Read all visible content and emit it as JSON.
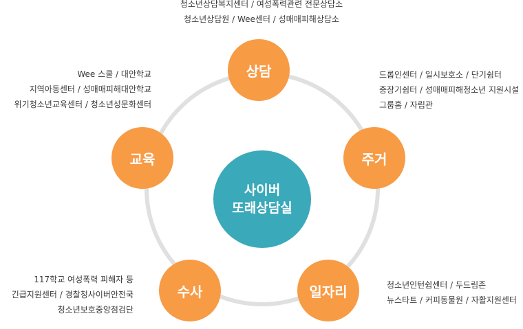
{
  "colors": {
    "spoke": "#f79b45",
    "center": "#3aa9b9",
    "ring": "#e0e0e0"
  },
  "center": {
    "line1": "사이버",
    "line2": "또래상담실"
  },
  "nodes": {
    "counseling": {
      "label": "상담",
      "desc": [
        "청소년상담복지센터 / 여성폭력관련 전문상담소",
        "청소년상담원 / Wee센터 / 성매매피해상담소"
      ]
    },
    "housing": {
      "label": "주거",
      "desc": [
        "드롭인센터 / 일시보호소 / 단기쉼터",
        "중장기쉼터 / 성매매피해청소년 지원시설",
        "그룹홈 / 자립관"
      ]
    },
    "jobs": {
      "label": "일자리",
      "desc": [
        "청소년인턴쉽센터 / 두드림존",
        "뉴스타트 / 커피동물원 / 자활지원센터"
      ]
    },
    "investigation": {
      "label": "수사",
      "desc": [
        "117학교 여성폭력 피해자 등",
        "긴급지원센터 / 경찰청사이버안전국",
        "청소년보호중앙점검단"
      ]
    },
    "education": {
      "label": "교육",
      "desc": [
        "Wee 스쿨 / 대안학교",
        "지역아동센터 / 성매매피해대안학교",
        "위기청소년교육센터 / 청소년성문화센터"
      ]
    }
  }
}
